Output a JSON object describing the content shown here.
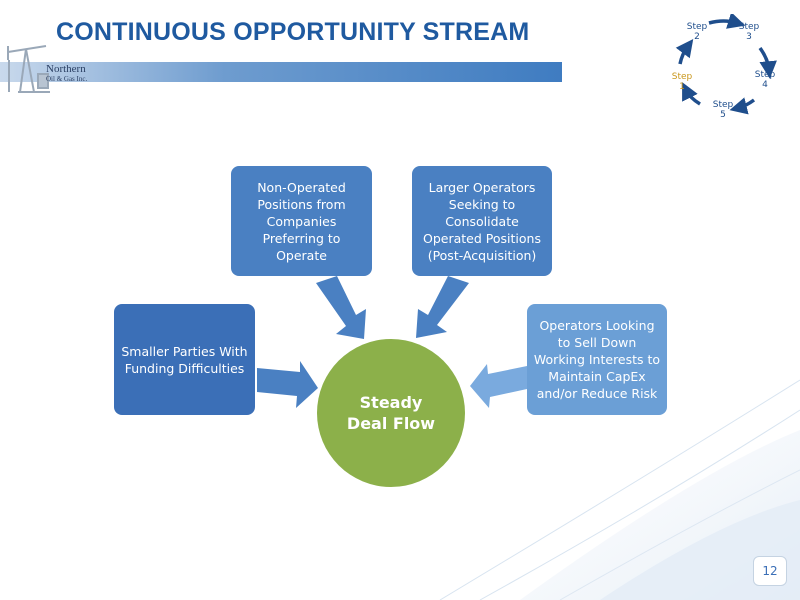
{
  "title": "CONTINUOUS OPPORTUNITY STREAM",
  "logo": {
    "name": "Northern",
    "sub": "Oil & Gas Inc."
  },
  "cycle": {
    "steps": [
      {
        "label": "Step",
        "num": "1",
        "active": true
      },
      {
        "label": "Step",
        "num": "2",
        "active": false
      },
      {
        "label": "Step",
        "num": "3",
        "active": false
      },
      {
        "label": "Step",
        "num": "4",
        "active": false
      },
      {
        "label": "Step",
        "num": "5",
        "active": false
      }
    ],
    "active_color": "#c9971c",
    "color": "#1f4e8c"
  },
  "diagram": {
    "center": "Steady Deal Flow",
    "sources": [
      "Smaller Parties With Funding Difficulties",
      "Non-Operated Positions from Companies Preferring to Operate",
      "Larger Operators Seeking to Consolidate Operated Positions (Post-Acquisition)",
      "Operators Looking to Sell Down Working Interests to Maintain CapEx and/or Reduce Risk"
    ]
  },
  "colors": {
    "title": "#1f5aa0",
    "box": "#4a80c2",
    "circle": "#8cb04a"
  },
  "page_number": "12"
}
